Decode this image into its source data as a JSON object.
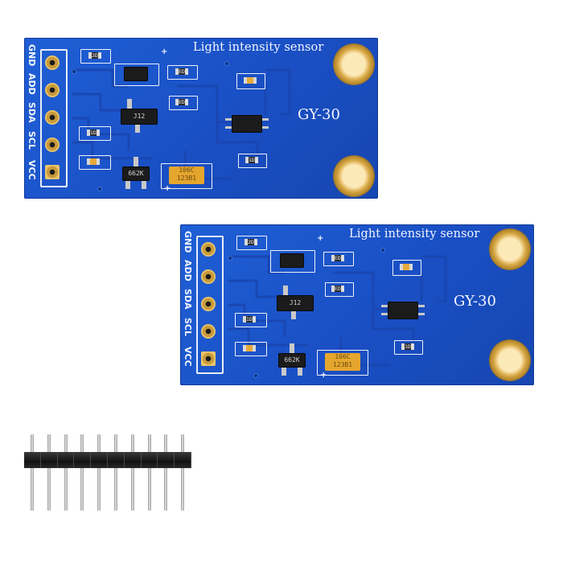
{
  "boards": [
    {
      "title": "Light intensity sensor",
      "model": "GY-30",
      "pins": [
        "GND",
        "ADD",
        "SDA",
        "SCL",
        "VCC"
      ],
      "chip_labels": {
        "u2": "J12",
        "u3": "662K",
        "cap": "106C",
        "cap_sub": "123B1"
      },
      "smd_labels": {
        "r1": "ED1",
        "r2": "ED1",
        "r3": "1D3",
        "r4": "1D2",
        "r5": "2D1"
      }
    },
    {
      "title": "Light intensity sensor",
      "model": "GY-30",
      "pins": [
        "GND",
        "ADD",
        "SDA",
        "SCL",
        "VCC"
      ],
      "chip_labels": {
        "u2": "J12",
        "u3": "662K",
        "cap": "106C",
        "cap_sub": "123B1"
      },
      "smd_labels": {
        "r1": "ED1",
        "r2": "ED1",
        "r3": "1D3",
        "r4": "1D2",
        "r5": "2D1"
      }
    }
  ],
  "colors": {
    "pcb": "#1a4fc4",
    "gold": "#e9c46a",
    "silk": "#f3f6ff"
  },
  "pin_header": {
    "pin_count": 10
  }
}
